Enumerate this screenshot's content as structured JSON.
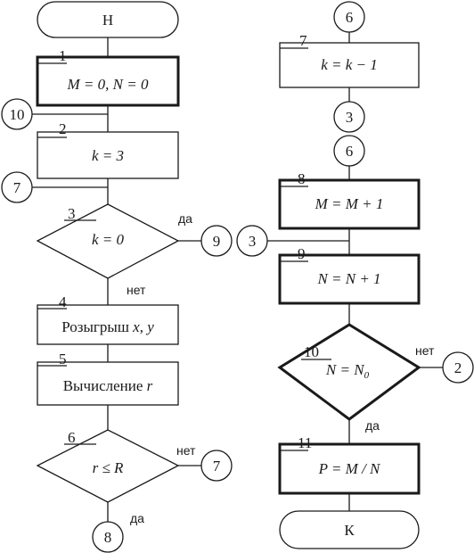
{
  "start": "Н",
  "end": "К",
  "blocks": [
    {
      "num": "1",
      "text": "M = 0,  N = 0"
    },
    {
      "num": "2",
      "text": "k = 3"
    },
    {
      "num": "3",
      "text": "k = 0"
    },
    {
      "num": "4",
      "text_prefix": "Розыгрыш ",
      "text_vars": "x,  y"
    },
    {
      "num": "5",
      "text_prefix": "Вычисление ",
      "text_vars": "r"
    },
    {
      "num": "6",
      "text": "r ≤ R"
    },
    {
      "num": "7",
      "text": "k = k − 1"
    },
    {
      "num": "8",
      "text": "M = M + 1"
    },
    {
      "num": "9",
      "text": "N = N + 1"
    },
    {
      "num": "10",
      "text_main": "N = N",
      "text_sub": "0"
    },
    {
      "num": "11",
      "text": "P = M / N"
    }
  ],
  "connectors": {
    "c10": "10",
    "c7": "7",
    "c9": "9",
    "c7b": "7",
    "c8": "8",
    "c6top": "6",
    "c3": "3",
    "c6": "6",
    "c3in": "3",
    "c2": "2"
  },
  "labels": {
    "yes": "да",
    "no": "нет"
  }
}
